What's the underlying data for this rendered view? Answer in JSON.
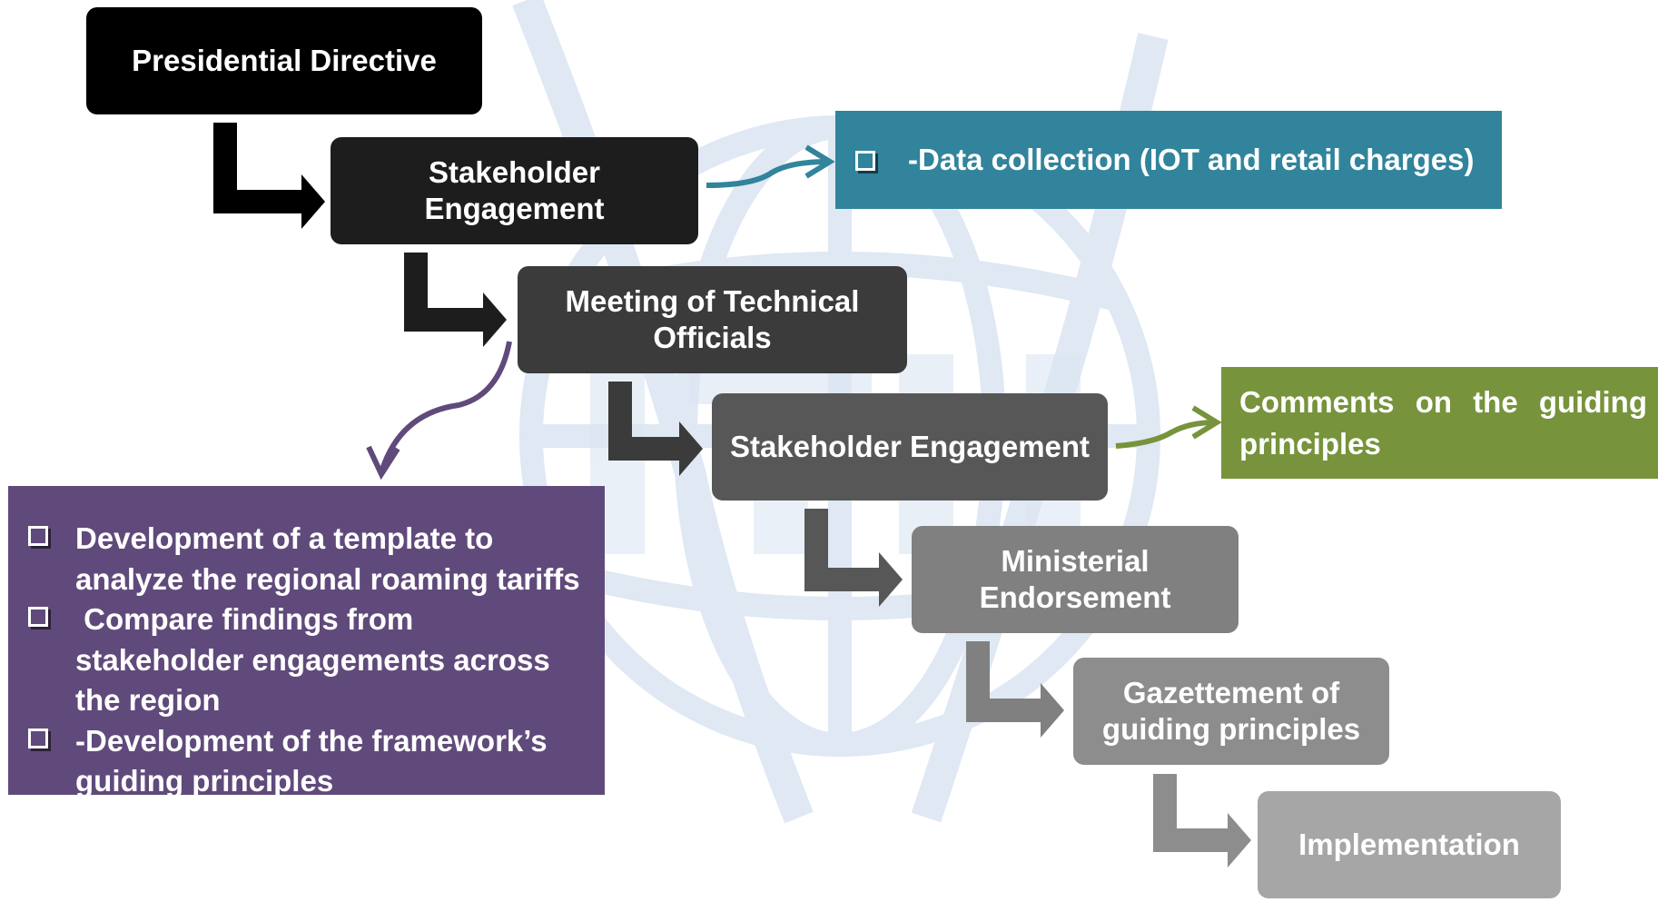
{
  "steps": {
    "presidential_directive": "Presidential Directive",
    "stakeholder_engagement_1": "Stakeholder Engagement",
    "meeting_technical_officials": "Meeting of Technical Officials",
    "stakeholder_engagement_2": "Stakeholder Engagement",
    "ministerial_endorsement": "Ministerial Endorsement",
    "gazettement": "Gazettement of guiding principles",
    "implementation": "Implementation"
  },
  "notes": {
    "data_collection": "-Data collection (IOT and retail charges)",
    "comments": "Comments on the guiding principles",
    "meeting_items": [
      "Development of a template to analyze the regional roaming tariffs",
      " Compare findings from stakeholder engagements across the region",
      "-Development of the framework’s guiding principles"
    ]
  },
  "colors": {
    "teal": "#31849b",
    "green": "#77933c",
    "purple": "#604a7b",
    "watermark": "#dce6f2"
  },
  "icons": {
    "bullet": "checkbox-bullet-icon",
    "watermark": "globe-logo-watermark"
  }
}
